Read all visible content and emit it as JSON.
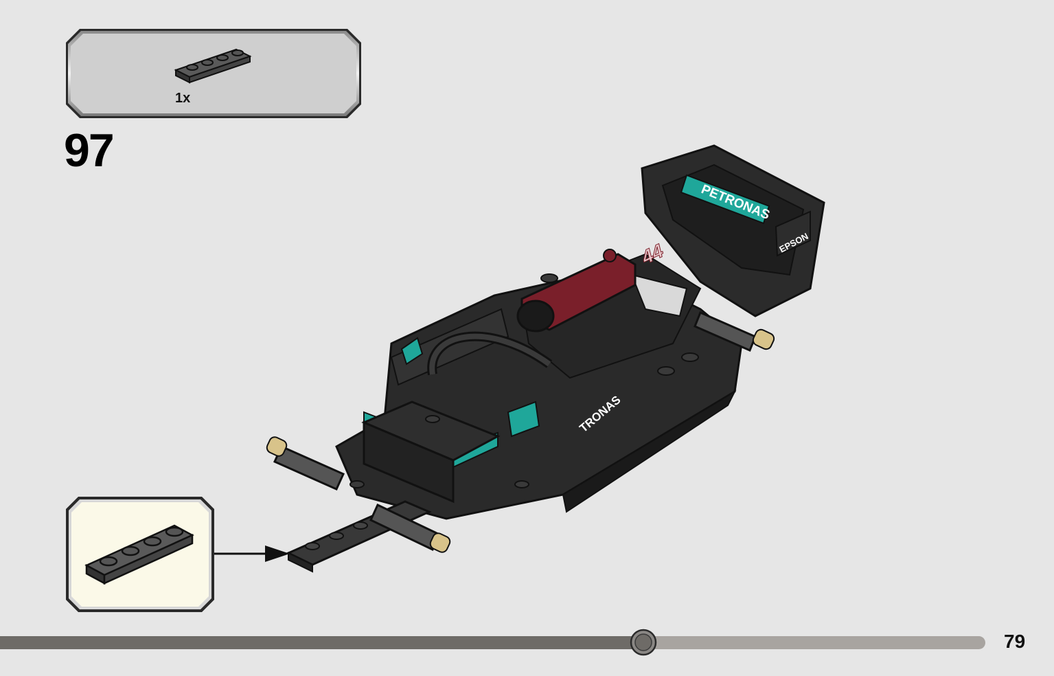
{
  "parts_list": {
    "quantity": "1x",
    "part_icon": "dark-gray-1x4-plate-icon"
  },
  "step": {
    "number": "97"
  },
  "callout": {
    "part_icon": "dark-gray-1x4-plate-icon"
  },
  "model": {
    "decals": {
      "wing_sponsor": "PETRONAS",
      "endplate_sponsor": "EPSON",
      "sidepod_sponsor": "TRONAS",
      "car_number": "44"
    }
  },
  "footer": {
    "progress": 0.653,
    "page_number": "79"
  },
  "colors": {
    "background": "#e6e6e6",
    "parts_box_fill": "#cfcfcf",
    "callout_fill": "#fbf9e8",
    "part_dark_gray": "#4a4a4a",
    "teal": "#1fa79a",
    "dark_red": "#7a1f2a",
    "progress_fill": "#6e6b67",
    "progress_track": "#a8a4a0"
  }
}
